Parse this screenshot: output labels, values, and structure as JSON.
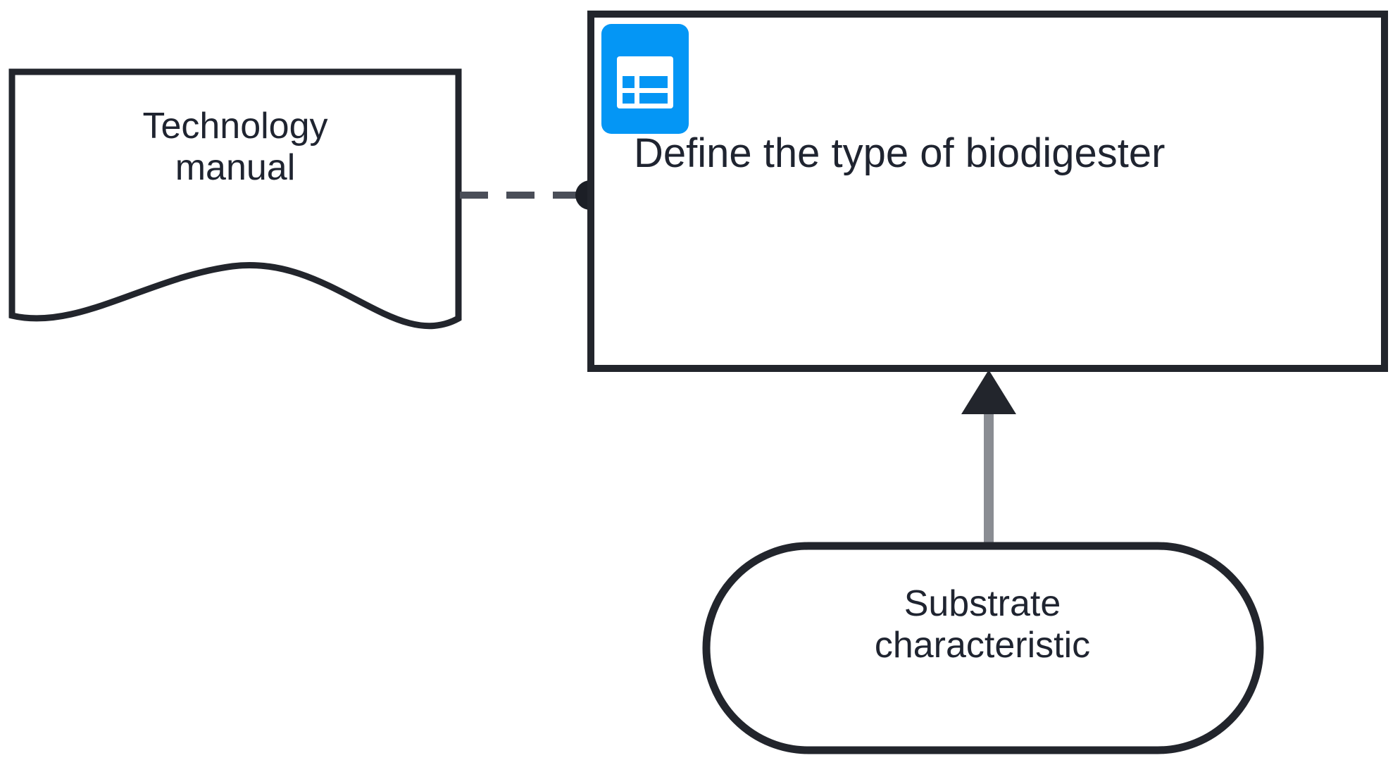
{
  "diagram": {
    "type": "process-flow",
    "background_color": "#ffffff",
    "stroke_color": "#22252c",
    "text_color": "#1f2430",
    "accent_color": "#0496f5"
  },
  "nodes": {
    "document": {
      "label": "Technology\nmanual",
      "shape": "document-wavy-bottom",
      "name": "technology-manual-document"
    },
    "task": {
      "label": "Define the type of biodigester",
      "shape": "rectangle",
      "icon": "list-table-icon",
      "icon_color": "#0496f5",
      "name": "define-biodigester-task"
    },
    "input": {
      "label": "Substrate\ncharacteristic",
      "shape": "stadium",
      "name": "substrate-characteristic-node"
    }
  },
  "connectors": {
    "association": {
      "style": "dashed",
      "endpoint": "filled-circle",
      "from": "technology-manual-document",
      "to": "define-biodigester-task",
      "name": "dashed-association-connector"
    },
    "flow": {
      "style": "solid",
      "endpoint": "filled-arrowhead",
      "color": "#8a8d93",
      "from": "substrate-characteristic-node",
      "to": "define-biodigester-task",
      "name": "input-flow-arrow"
    }
  }
}
